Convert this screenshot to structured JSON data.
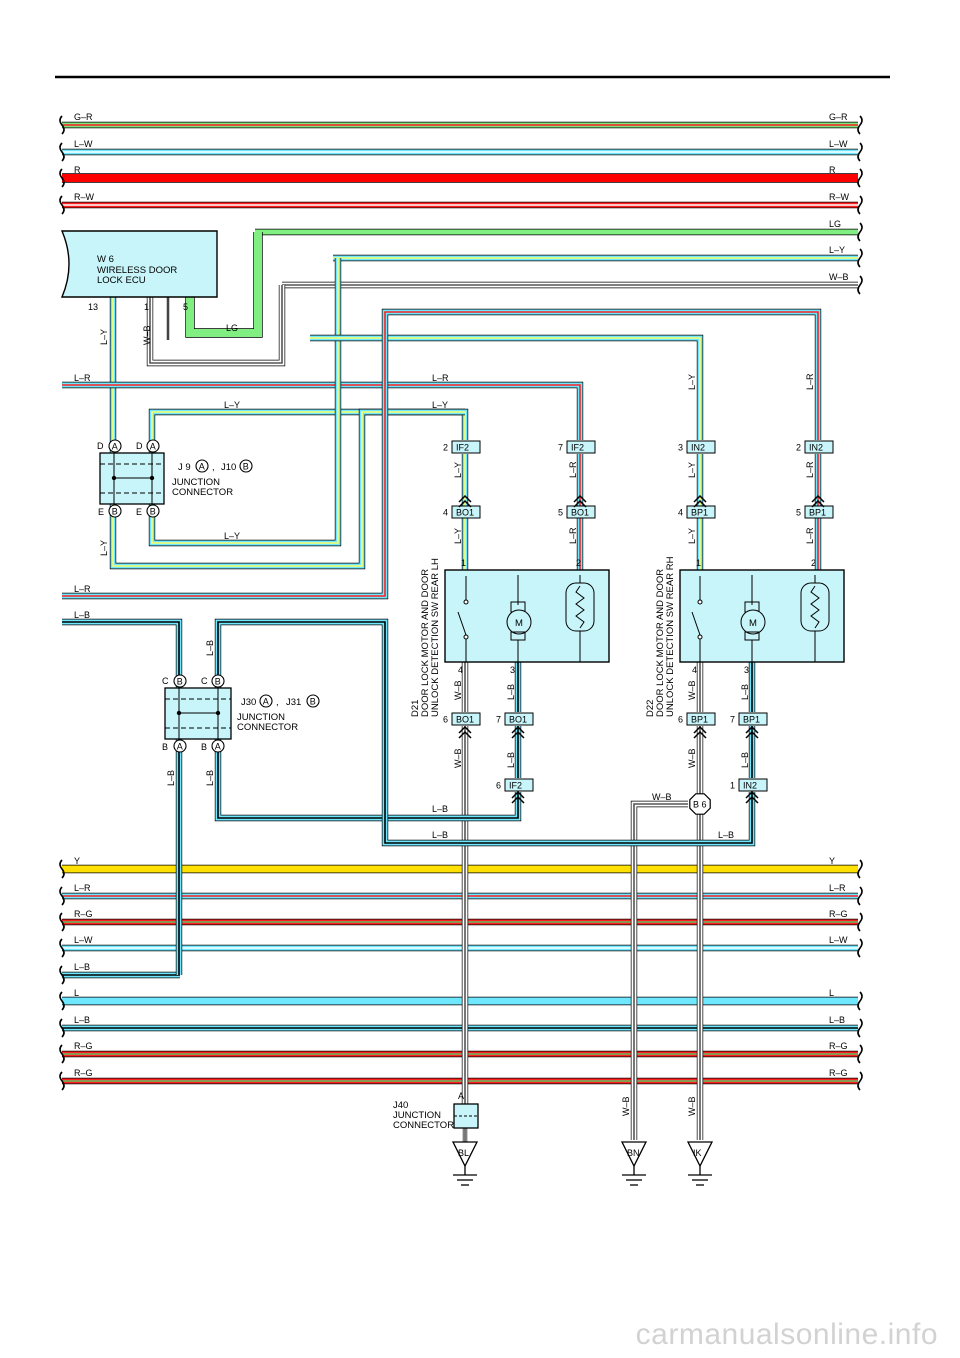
{
  "bus_top": [
    {
      "left": "G–R",
      "right": "G–R",
      "colors": [
        "#7fe37f",
        "#ff2020"
      ]
    },
    {
      "left": "L–W",
      "right": "L–W",
      "colors": [
        "#6fe8ff",
        "#ffffff"
      ]
    },
    {
      "left": "R",
      "right": "R",
      "colors": [
        "#ff0000"
      ]
    },
    {
      "left": "R–W",
      "right": "R–W",
      "colors": [
        "#ff2020",
        "#ffffff"
      ]
    },
    {
      "left": "",
      "right": "LG",
      "colors": [
        "#80ee80"
      ]
    },
    {
      "left": "",
      "right": "L–Y",
      "colors": [
        "#6fe8ff",
        "#ffff66"
      ]
    },
    {
      "left": "",
      "right": "W–B",
      "colors": [
        "#ffffff",
        "#555555"
      ]
    }
  ],
  "bus_bottom": [
    {
      "left": "Y",
      "right": "Y",
      "colors": [
        "#ffe000"
      ]
    },
    {
      "left": "L–R",
      "right": "L–R",
      "colors": [
        "#6fe8ff",
        "#ff2020"
      ]
    },
    {
      "left": "R–G",
      "right": "R–G",
      "colors": [
        "#ff2020",
        "#60c060"
      ]
    },
    {
      "left": "L–W",
      "right": "L–W",
      "colors": [
        "#6fe8ff",
        "#ffffff"
      ]
    },
    {
      "left": "L–B",
      "right": "",
      "colors": [
        "#6fe8ff",
        "#000000"
      ]
    },
    {
      "left": "L",
      "right": "L",
      "colors": [
        "#6fe8ff"
      ]
    },
    {
      "left": "L–B",
      "right": "L–B",
      "colors": [
        "#6fe8ff",
        "#000000"
      ]
    },
    {
      "left": "R–G",
      "right": "R–G",
      "colors": [
        "#ff2020",
        "#60c060"
      ]
    },
    {
      "left": "R–G",
      "right": "R–G",
      "colors": [
        "#ff2020",
        "#60c060"
      ]
    }
  ],
  "ecu": {
    "code": "W 6",
    "name_line1": "WIRELESS DOOR",
    "name_line2": "LOCK ECU",
    "pin_13": "13",
    "pin_1": "1",
    "pin_5": "5"
  },
  "jc1": {
    "title": "J 9",
    "title2": "J10",
    "comma": ",",
    "badge_a": "A",
    "badge_b": "B",
    "pin_d": "D",
    "pin_e": "E",
    "name1": "JUNCTION",
    "name2": "CONNECTOR"
  },
  "jc2": {
    "title": "J30",
    "title2": "J31",
    "comma": ",",
    "badge_a": "A",
    "badge_b": "B",
    "pin_c": "C",
    "pin_b": "B",
    "name1": "JUNCTION",
    "name2": "CONNECTOR"
  },
  "j40": {
    "code": "J40",
    "name1": "JUNCTION",
    "name2": "CONNECTOR",
    "pin": "A"
  },
  "d21": {
    "code": "D21",
    "line1": "DOOR LOCK MOTOR AND DOOR",
    "line2": "UNLOCK DETECTION SW REAR LH"
  },
  "d22": {
    "code": "D22",
    "line1": "DOOR LOCK MOTOR AND DOOR",
    "line2": "UNLOCK DETECTION SW REAR RH"
  },
  "motor_symbol": "M",
  "wire": {
    "lr": "L–R",
    "ly": "L–Y",
    "lg": "LG",
    "wb": "W–B",
    "lb": "L–B"
  },
  "conn": {
    "if2": "IF2",
    "bo1": "BO1",
    "in2": "IN2",
    "bp1": "BP1",
    "p1": "1",
    "p2": "2",
    "p3": "3",
    "p4": "4",
    "p5": "5",
    "p6": "6",
    "p7": "7"
  },
  "splice": "B 6",
  "grounds": {
    "bl": "BL",
    "bn": "BN",
    "ik": "IK"
  },
  "watermark": "carmanualsonline.info"
}
